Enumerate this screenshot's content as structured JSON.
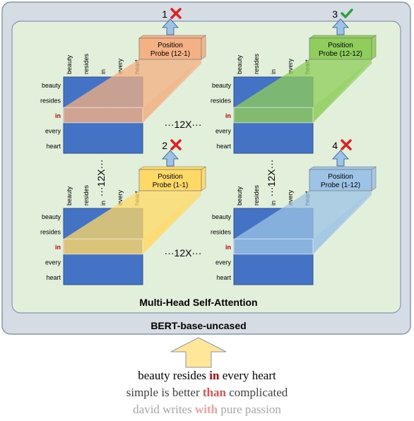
{
  "diagram": {
    "model_label": "BERT-base-uncased",
    "attention_label": "Multi-Head Self-Attention",
    "repeat_label": "···12X···",
    "repeat_label_vertical": "···12X···",
    "tokens": [
      "beauty",
      "resides",
      "in",
      "every",
      "heart"
    ],
    "highlight_index": 2,
    "probes": [
      {
        "number": "1",
        "label_line1": "Position",
        "label_line2": "Probe (12-1)",
        "result": "fail",
        "color": "#f4b183",
        "matrix_position": "top-left"
      },
      {
        "number": "3",
        "label_line1": "Position",
        "label_line2": "Probe (12-12)",
        "result": "pass",
        "color": "#8fce5a",
        "matrix_position": "top-right"
      },
      {
        "number": "2",
        "label_line1": "Position",
        "label_line2": "Probe (1-1)",
        "result": "fail",
        "color": "#ffd966",
        "matrix_position": "bottom-left"
      },
      {
        "number": "4",
        "label_line1": "Position",
        "label_line2": "Probe (1-12)",
        "result": "fail",
        "color": "#9dc3e6",
        "matrix_position": "bottom-right"
      }
    ],
    "colors": {
      "outer_box": "#d6dce4",
      "inner_box": "#e2efda",
      "matrix": "#4472c4",
      "highlight": "#c00000",
      "arrow_fill": "#9dc3e6",
      "input_arrow": "#ffe699",
      "cross": "#e02020",
      "check": "#2ea043"
    }
  },
  "sentences": [
    {
      "before": "beauty resides ",
      "highlight": "in",
      "after": " every heart",
      "text_color": "#000000",
      "highlight_color": "#c00000"
    },
    {
      "before": "simple is better ",
      "highlight": "than",
      "after": " complicated",
      "text_color": "#404040",
      "highlight_color": "#e05050"
    },
    {
      "before": "david writes ",
      "highlight": "with",
      "after": " pure passion",
      "text_color": "#a6a6a6",
      "highlight_color": "#f4a0a0"
    }
  ]
}
